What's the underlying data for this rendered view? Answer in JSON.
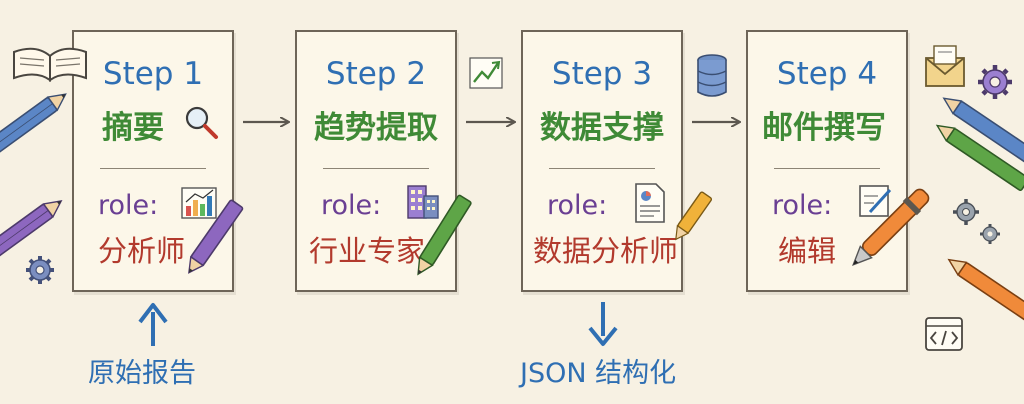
{
  "steps": [
    {
      "step": "Step 1",
      "title": "摘要",
      "role": "role:",
      "role_name": "分析师",
      "title_icon": "magnifier-icon",
      "role_icon": "bar-chart-icon"
    },
    {
      "step": "Step 2",
      "title": "趋势提取",
      "role": "role:",
      "role_name": "行业专家",
      "title_icon": "trend-line-icon",
      "role_icon": "building-icon"
    },
    {
      "step": "Step 3",
      "title": "数据支撑",
      "role": "role:",
      "role_name": "数据分析师",
      "title_icon": "database-icon",
      "role_icon": "report-document-icon"
    },
    {
      "step": "Step 4",
      "title": "邮件撰写",
      "role": "role:",
      "role_name": "编辑",
      "title_icon": "envelope-icon",
      "role_icon": "pen-on-paper-icon"
    }
  ],
  "input_label": "原始报告",
  "output_label": "JSON 结构化",
  "colors": {
    "step": "#2f6fb3",
    "title": "#3f8a36",
    "role": "#6a3f93",
    "role_name": "#b23a2d",
    "background": "#f7f1e3",
    "card": "#fcf7e9"
  }
}
